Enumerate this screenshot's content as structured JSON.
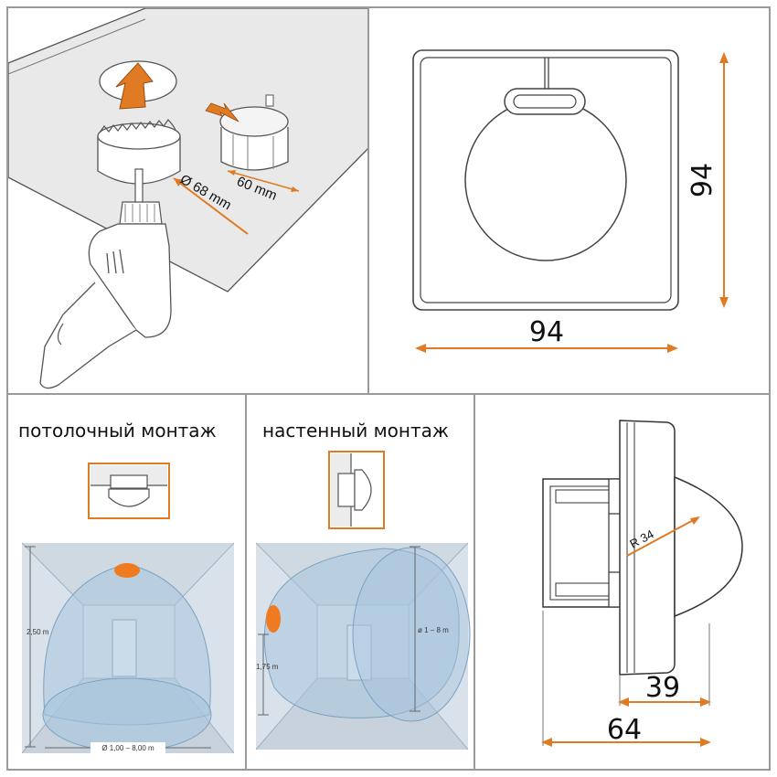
{
  "install": {
    "hole_diameter": "Ø 68 mm",
    "box_depth": "60 mm"
  },
  "front_view": {
    "width": "94",
    "height": "94"
  },
  "ceiling_mount": {
    "caption": "потолочный монтаж",
    "height_label": "2,50 m",
    "range_label": "Ø 1,00 – 8,00 m"
  },
  "wall_mount": {
    "caption": "настенный монтаж",
    "height_label": "1,75 m",
    "range_label": "ø 1 – 8 m"
  },
  "side_view": {
    "radius": "R 34",
    "dome_depth": "39",
    "total_depth": "64"
  },
  "colors": {
    "accent": "#e07b24",
    "frame": "#9a9a9a",
    "zone_fill": "#a7c4dd",
    "zone_stroke": "#7aa2c2",
    "room": "#c6d3de"
  }
}
